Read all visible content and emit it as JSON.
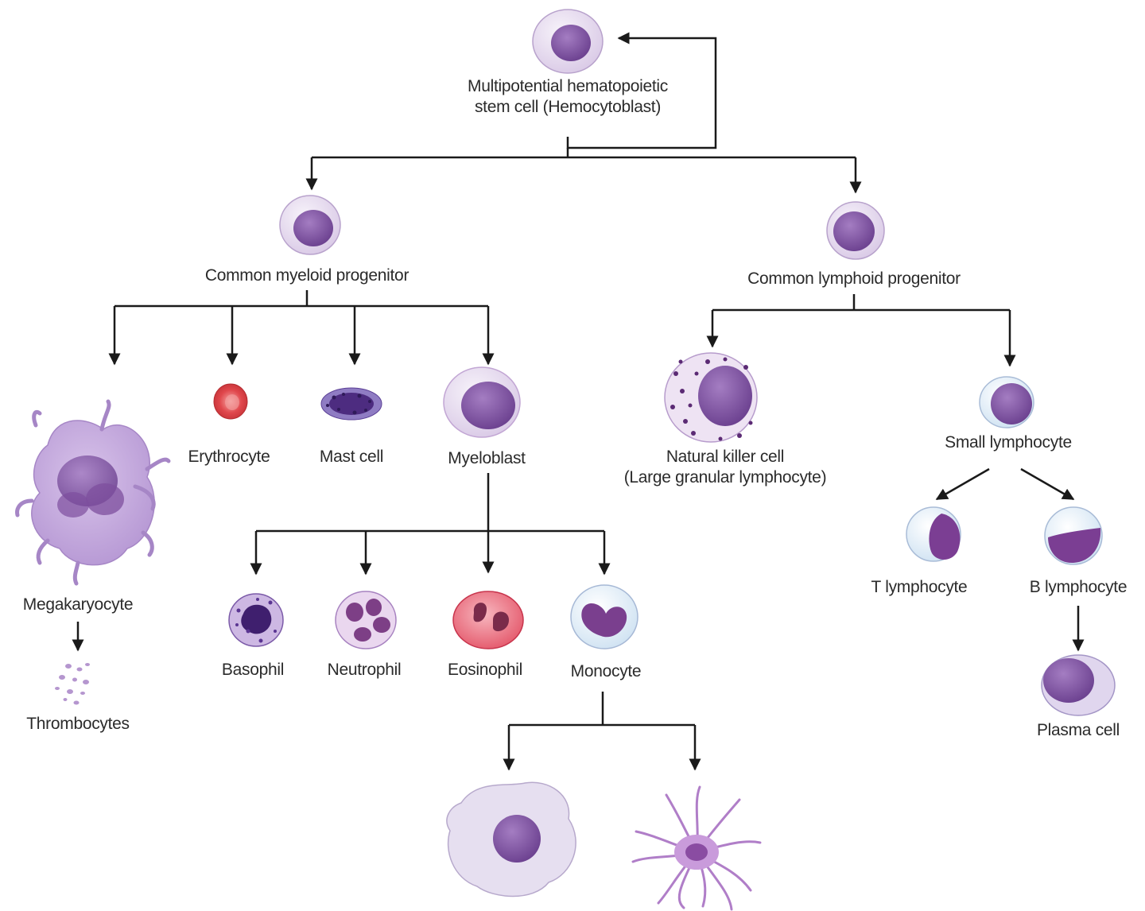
{
  "colors": {
    "line": "#1a1a1a",
    "label": "#2b2b2b",
    "cytoplasm_light": "#ece4f2",
    "nucleus": "#7d4f9e",
    "erythrocyte": "#e0474c",
    "eosinophil": "#e4576a"
  },
  "labels": {
    "stem_cell_line1": "Multipotential hematopoietic",
    "stem_cell_line2": "stem cell (Hemocytoblast)",
    "myeloid_progenitor": "Common myeloid progenitor",
    "lymphoid_progenitor": "Common lymphoid progenitor",
    "megakaryocyte": "Megakaryocyte",
    "thrombocytes": "Thrombocytes",
    "erythrocyte": "Erythrocyte",
    "mast_cell": "Mast cell",
    "myeloblast": "Myeloblast",
    "basophil": "Basophil",
    "neutrophil": "Neutrophil",
    "eosinophil": "Eosinophil",
    "monocyte": "Monocyte",
    "nk_cell_line1": "Natural killer cell",
    "nk_cell_line2": "(Large granular lymphocyte)",
    "small_lymphocyte": "Small lymphocyte",
    "t_lymphocyte": "T lymphocyte",
    "b_lymphocyte": "B lymphocyte",
    "plasma_cell": "Plasma cell"
  },
  "icons": [
    "stem-cell-icon",
    "myeloid-progenitor-icon",
    "lymphoid-progenitor-icon",
    "megakaryocyte-icon",
    "thrombocytes-icon",
    "erythrocyte-icon",
    "mast-cell-icon",
    "myeloblast-icon",
    "basophil-icon",
    "neutrophil-icon",
    "eosinophil-icon",
    "monocyte-icon",
    "macrophage-icon",
    "dendritic-cell-icon",
    "nk-cell-icon",
    "small-lymphocyte-icon",
    "t-lymphocyte-icon",
    "b-lymphocyte-icon",
    "plasma-cell-icon"
  ]
}
